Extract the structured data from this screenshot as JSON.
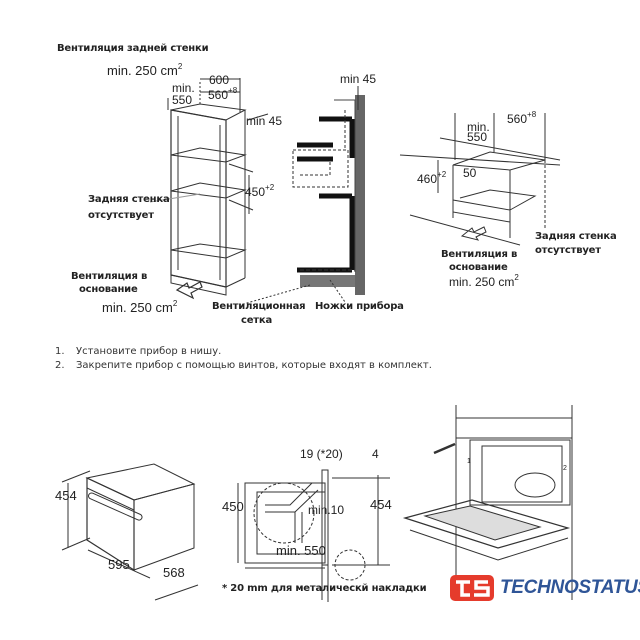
{
  "top_left": {
    "rear_vent_title": "Вентиляция задней стенки",
    "rear_vent_area": "min. 250 cm",
    "sq": "2",
    "dim_600": "600",
    "dim_min": "min.",
    "dim_550": "550",
    "dim_560": "560",
    "tol_8": "+8",
    "dim_min45": "min 45",
    "dim_450": "450",
    "tol_2": "+2",
    "no_back_1": "Задняя стенка",
    "no_back_2": "отсутствует",
    "base_vent_1": "Вентиляция в",
    "base_vent_2": "основание",
    "base_vent_area": "min. 250 cm"
  },
  "top_middle": {
    "dim_min45": "min 45",
    "vent_grid_1": "Вентиляционная",
    "vent_grid_2": "сетка",
    "feet": "Ножки прибора"
  },
  "top_right": {
    "dim_min": "min.",
    "dim_550": "550",
    "dim_560": "560",
    "tol_8": "+8",
    "dim_460": "460",
    "tol_2": "+2",
    "dim_50": "50",
    "no_back_1": "Задняя стенка",
    "no_back_2": "отсутствует",
    "base_vent_1": "Вентиляция в",
    "base_vent_2": "основание",
    "base_vent_area": "min. 250 cm",
    "sq": "2"
  },
  "steps": [
    {
      "num": "1.",
      "text": "Установите прибор в нишу."
    },
    {
      "num": "2.",
      "text": "Закрепите прибор с помощью винтов, которые входят в комплект."
    }
  ],
  "bottom": {
    "dim_454_a": "454",
    "dim_595": "595",
    "dim_568": "568",
    "dim_19": "19 (*20)",
    "dim_4": "4",
    "dim_450": "450",
    "dim_min10": "min.10",
    "dim_454_b": "454",
    "dim_min550": "min. 550",
    "footnote": "* 20 mm для металическй накладки",
    "screw_1": "1",
    "screw_2": "2"
  },
  "logo": {
    "mark": "ts",
    "text": "TECHNOSTATUS",
    "color": "#e53b2c",
    "text_color": "#2f5597"
  }
}
